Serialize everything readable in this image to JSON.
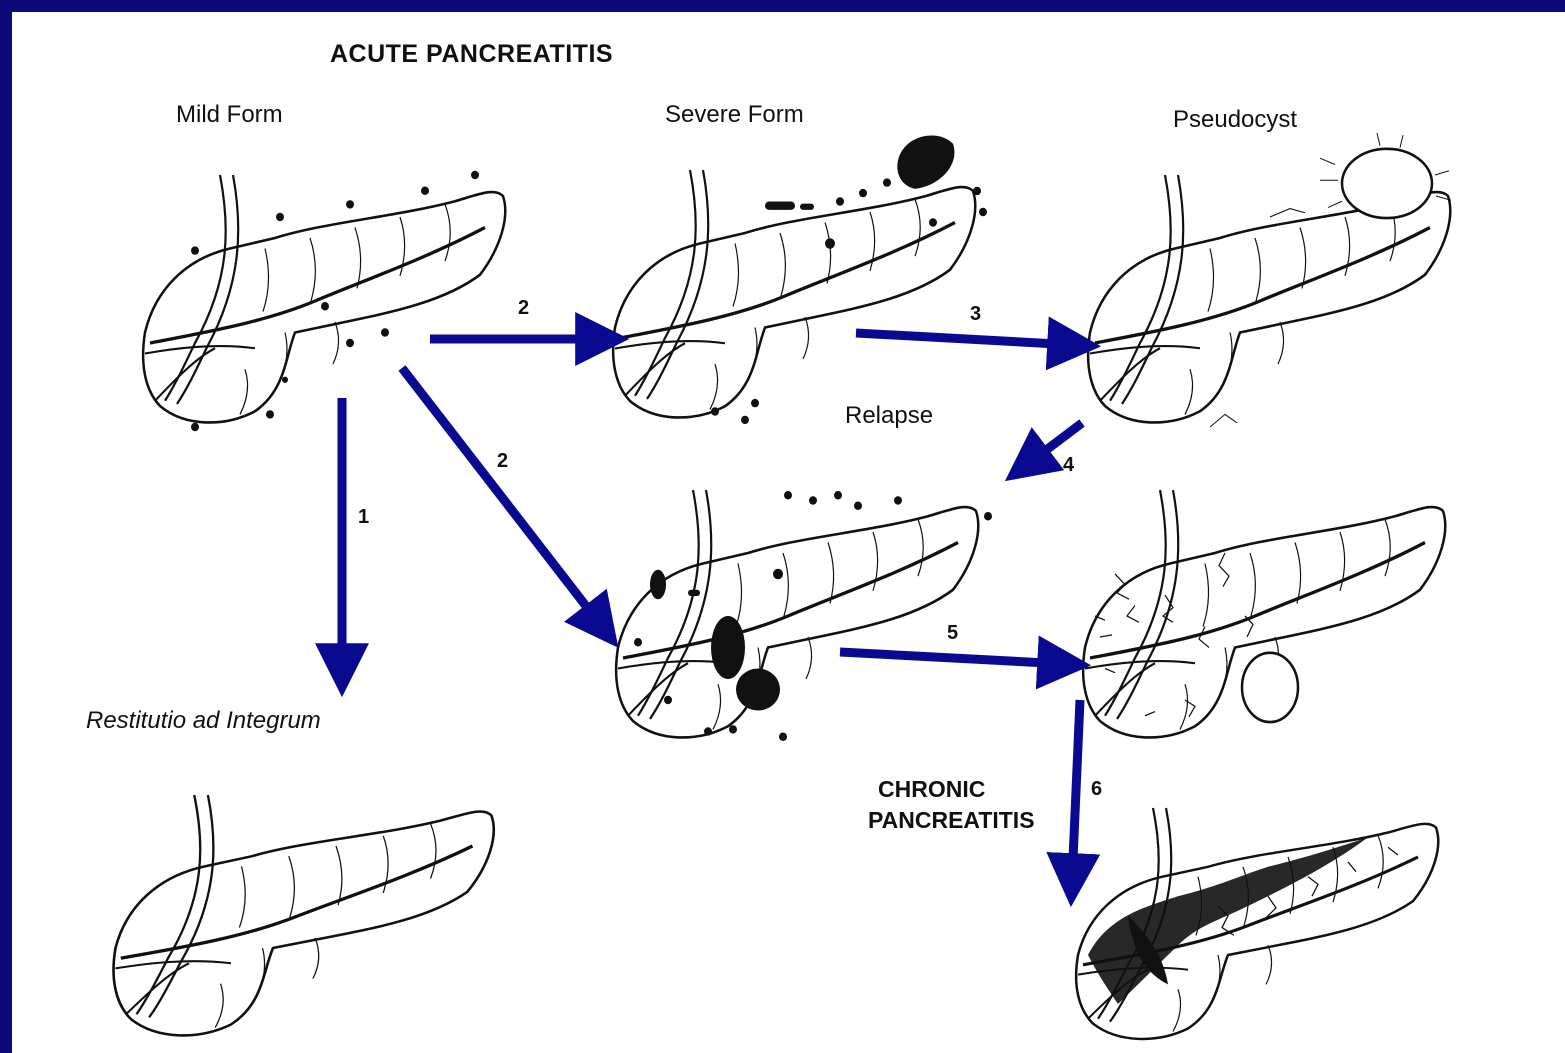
{
  "title": "ACUTE PANCREATITIS",
  "stages": {
    "mild": "Mild Form",
    "severe": "Severe Form",
    "pseudocyst": "Pseudocyst",
    "relapse": "Relapse",
    "restitutio": "Restitutio ad Integrum",
    "chronic_line1": "CHRONIC",
    "chronic_line2": "PANCREATITIS"
  },
  "arrows": {
    "a1": "1",
    "a2_top": "2",
    "a2_diag": "2",
    "a3": "3",
    "a4": "4",
    "a5": "5",
    "a6": "6"
  },
  "colors": {
    "frame": "#0a0a7a",
    "arrow": "#0a0a90",
    "drawing": "#111111",
    "background": "#ffffff"
  }
}
